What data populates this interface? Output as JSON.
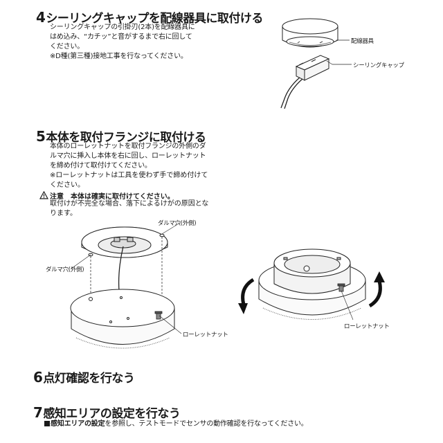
{
  "step4": {
    "num": "4",
    "title": "シーリングキャップを配線器具に取付ける",
    "lines": [
      "シーリングキャップの引掛刃(2本)を配線器具に",
      "はめ込み、“カチッ”と音がするまで右に回して",
      "ください。"
    ],
    "note": "※D種(第三種)接地工事を行なってください。",
    "label_wiring": "配線器具",
    "label_cap": "シーリングキャップ"
  },
  "step5": {
    "num": "5",
    "title": "本体を取付フランジに取付ける",
    "lines": [
      "本体のローレットナットを取付フランジの外側のダ",
      "ルマ穴に挿入し本体を右に回し、ローレットナット",
      "を締め付けて取付けてください。"
    ],
    "note_lines": [
      "※ローレットナットは工具を使わず手で締め付けて",
      "ください。"
    ],
    "caution_head": "注意　本体は確実に取付けてください。",
    "caution_lines": [
      "取付けが不完全な場合、落下によるけがの原因とな",
      "ります。"
    ],
    "label_daruma_right": "ダルマ穴(外側)",
    "label_daruma_left": "ダルマ穴(外側)",
    "label_knurl_left": "ローレットナット",
    "label_knurl_right": "ローレットナット"
  },
  "step6": {
    "num": "6",
    "title": "点灯確認を行なう"
  },
  "step7": {
    "num": "7",
    "title": "感知エリアの設定を行なう",
    "bold_part": "感知エリアの設定",
    "rest": "を参照し、テストモードでセンサの動作確認を行なってください。"
  },
  "icons": [
    "warning-triangle-icon",
    "rotation-arrow-icon",
    "square-bullet-icon"
  ]
}
